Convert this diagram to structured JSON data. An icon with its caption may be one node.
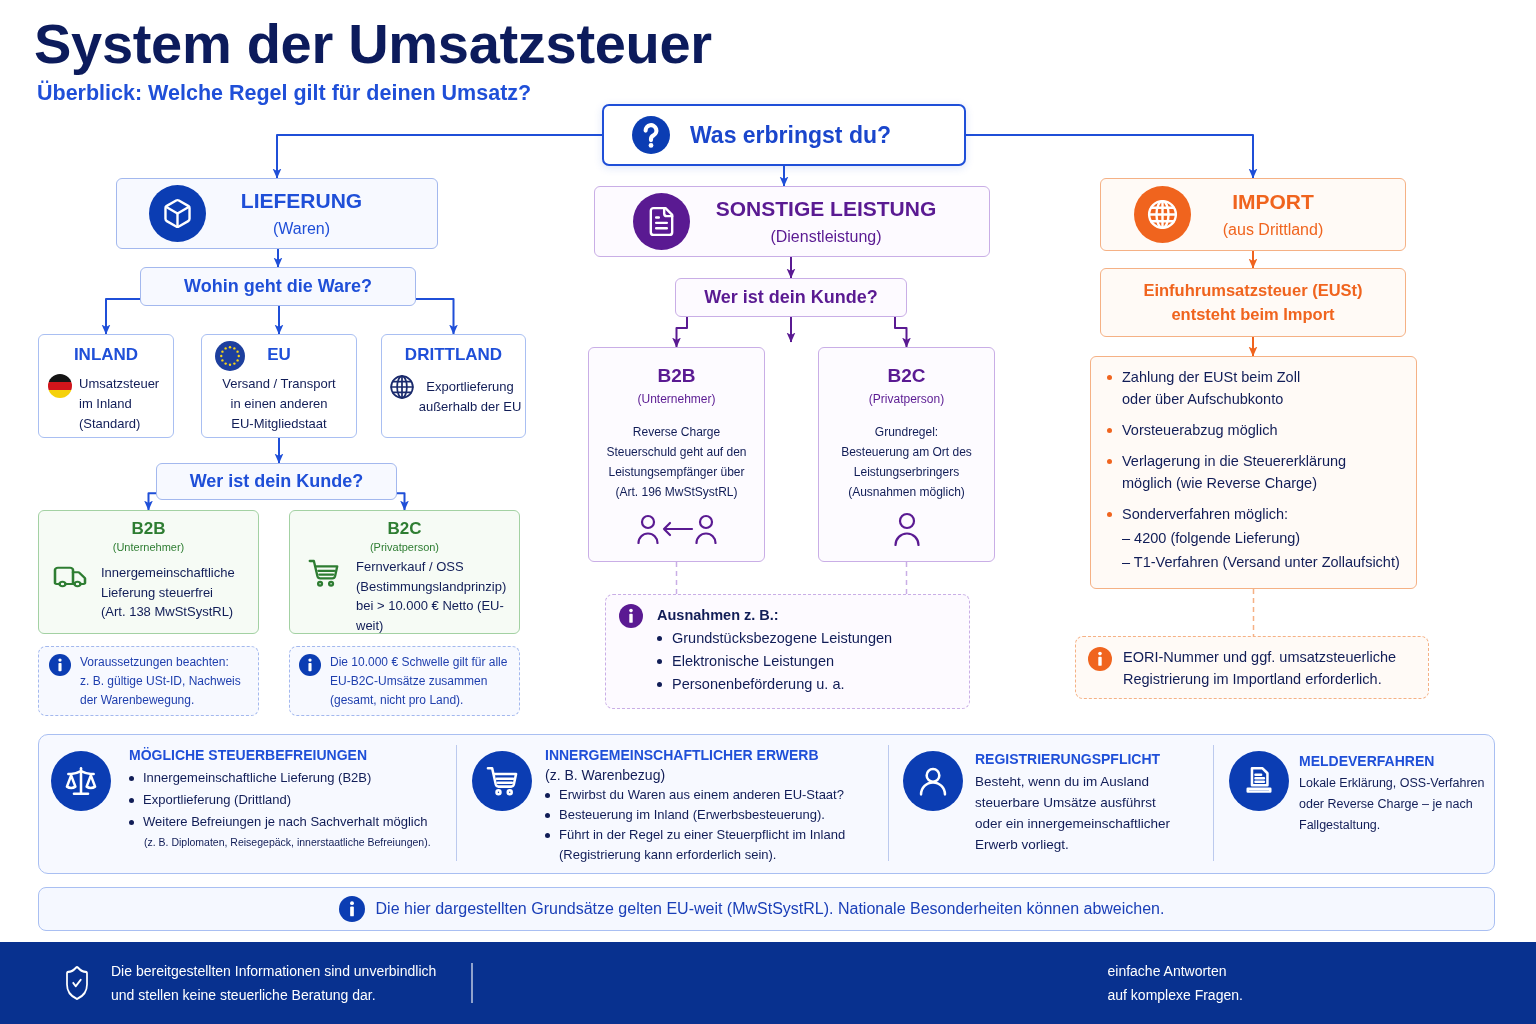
{
  "diagram": {
    "title": "System der Umsatzsteuer",
    "nodes": [
      {
        "text": [
          "Was erbringst du?"
        ]
      },
      {
        "text": [
          "LIEFERUNG",
          "(Waren)"
        ]
      },
      {
        "text": [
          "SONSTIGE LEISTUNG",
          "(Dienstleistung)"
        ]
      },
      {
        "text": [
          "IMPORT",
          "(aus Drittland)"
        ]
      },
      {
        "text": [
          "Wohin geht die Ware?"
        ]
      },
      {
        "text": [
          "INLAND",
          "Umsatzsteuer im Inland (Standard)"
        ]
      },
      {
        "text": [
          "EU",
          "Versand / Transport in einen anderen EU-Mitgliedstaat"
        ]
      },
      {
        "text": [
          "DRITTLAND",
          "Exportlieferung außerhalb der EU"
        ]
      },
      {
        "text": [
          "Wer ist dein Kunde?"
        ]
      },
      {
        "text": [
          "B2B",
          "(Unternehmer)",
          "Innergemeinschaftliche Lieferung steuerfrei (Art. 138 MwStSystRL)"
        ]
      },
      {
        "text": [
          "B2C",
          "(Privatperson)",
          "Fernverkauf / OSS (Bestimmungslandprinzip) bei > 10.000 € Netto (EU-weit)"
        ]
      },
      {
        "text": [
          "Voraussetzungen beachten:",
          "z. B. gültige USt-ID, Nachweis der Warenbewegung."
        ]
      },
      {
        "text": [
          "Die 10.000 € Schwelle gilt für alle EU-B2C-Umsätze zusammen (gesamt, nicht pro Land)."
        ]
      },
      {
        "text": [
          "Wer ist dein Kunde?"
        ]
      },
      {
        "text": [
          "B2B",
          "(Unternehmer)",
          "Reverse Charge",
          "Steuerschuld geht auf den Leistungsempfänger über (Art. 196 MwStSystRL)"
        ]
      },
      {
        "text": [
          "B2C",
          "(Privatperson)",
          "Grundregel:",
          "Besteuerung am Ort des Leistungserbringers (Ausnahmen möglich)"
        ]
      },
      {
        "text": [
          "Ausnahmen z. B.:",
          "Grundstücksbezogene Leistungen",
          "Elektronische Leistungen",
          "Personenbeförderung u. a."
        ]
      },
      {
        "text": [
          "Einfuhrumsatzsteuer (EUSt) entsteht beim Import"
        ]
      },
      {
        "text": [
          "Zahlung der EUSt beim Zoll oder über Aufschubkonto",
          "Vorsteuerabzug möglich",
          "Verlagerung in die Steuererklärung möglich (wie Reverse Charge)",
          "Sonderverfahren möglich:",
          "– 4200 (folgende Lieferung)",
          "– T1-Verfahren (Versand unter Zollaufsicht)"
        ]
      },
      {
        "text": [
          "EORI-Nummer und ggf. umsatzsteuerliche Registrierung im Importland erforderlich."
        ]
      },
      {
        "text": [],
        "shape": "box"
      },
      {
        "text": [
          "MÖGLICHE STEUERBEFREIUNGEN",
          "Innergemeinschaftliche Lieferung (B2B)",
          "Exportlieferung (Drittland)",
          "Weitere Befreiungen je nach Sachverhalt möglich",
          "(z. B. Diplomaten, Reisegepäck, innerstaatliche Befreiungen)."
        ],
        "in": 20
      },
      {
        "text": [
          "INNERGEMEINSCHAFTLICHER ERWERB",
          "(z. B. Warenbezug)",
          "Erwirbst du Waren aus einem anderen EU-Staat?",
          "Besteuerung im Inland (Erwerbsbesteuerung).",
          "Führt in der Regel zu einer Steuerpflicht im Inland (Registrierung kann erforderlich sein)."
        ],
        "in": 20
      },
      {
        "text": [
          "REGISTRIERUNGSPFLICHT",
          "Besteht, wenn du im Ausland steuerbare Umsätze ausführst oder ein innergemeinschaftlicher Erwerb vorliegt."
        ],
        "in": 20
      },
      {
        "text": [
          "MELDEVERFAHREN",
          "Lokale Erklärung, OSS-Verfahren oder Reverse Charge – je nach Fallgestaltung."
        ],
        "in": 20
      },
      {
        "text": [
          "Die hier dargestellten Grundsätze gelten EU-weit (MwStSystRL). Nationale Besonderheiten können abweichen."
        ]
      },
      {
        "text": [
          "Die bereitgestellten Informationen sind unverbindlich und stellen keine steuerliche Beratung dar.",
          "einfache Antworten auf komplexe Fragen."
        ]
      }
    ],
    "edges": [
      {
        "from": 0,
        "to": 1,
        "arrow": "to"
      },
      {
        "from": 0,
        "to": 2,
        "arrow": "to"
      },
      {
        "from": 0,
        "to": 3,
        "arrow": "to"
      },
      {
        "from": 1,
        "to": 4,
        "arrow": "to"
      },
      {
        "from": 4,
        "to": 5,
        "arrow": "to"
      },
      {
        "from": 4,
        "to": 6,
        "arrow": "to"
      },
      {
        "from": 4,
        "to": 7,
        "arrow": "to"
      },
      {
        "from": 6,
        "to": 8,
        "arrow": "to"
      },
      {
        "from": 8,
        "to": 9,
        "arrow": "to"
      },
      {
        "from": 8,
        "to": 10,
        "arrow": "to"
      },
      {
        "from": 2,
        "to": 13,
        "arrow": "to",
        "color": "#5a1a92"
      },
      {
        "from": 13,
        "to": 14,
        "arrow": "to",
        "color": "#5a1a92"
      },
      {
        "from": 13,
        "to": null,
        "arrow": "to",
        "color": "#5a1a92"
      },
      {
        "from": 13,
        "to": 15,
        "arrow": "to",
        "color": "#5a1a92"
      },
      {
        "from": 14,
        "to": 16,
        "arrow": "none",
        "style": "dashed",
        "color": "#c9aee6"
      },
      {
        "from": 15,
        "to": 16,
        "arrow": "none",
        "style": "dashed",
        "color": "#c9aee6"
      },
      {
        "from": 3,
        "to": 17,
        "arrow": "to",
        "color": "#f0641e"
      },
      {
        "from": 17,
        "to": 18,
        "arrow": "to",
        "color": "#f0641e"
      },
      {
        "from": 18,
        "to": 19,
        "arrow": "none",
        "style": "dashed",
        "color": "#f5b185"
      }
    ],
    "labels": [
      "Überblick: Welche Regel gilt für deinen Umsatz?"
    ]
  }
}
